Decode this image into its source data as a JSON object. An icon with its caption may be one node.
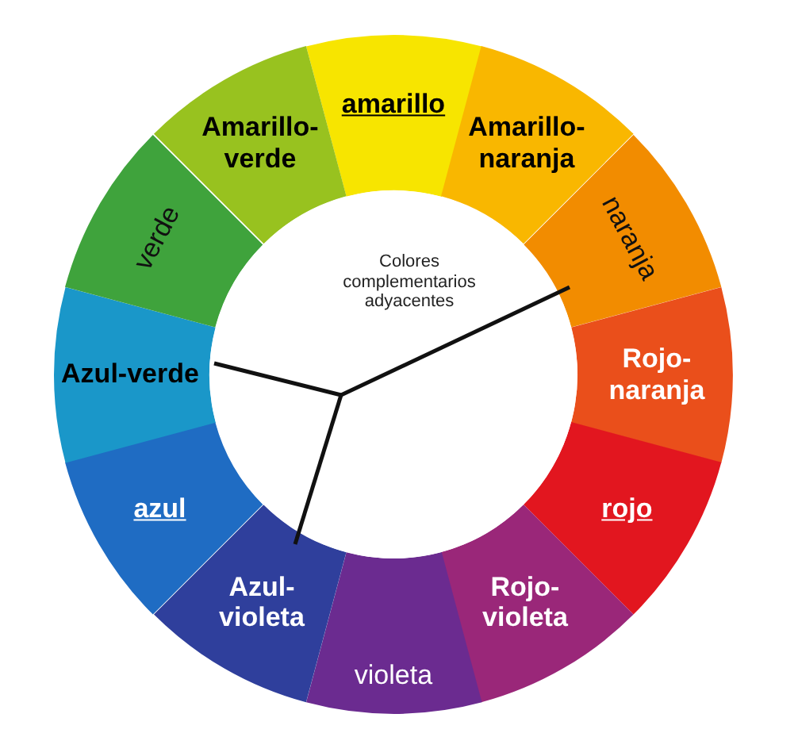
{
  "diagram": {
    "nodes": [
      {
        "text": [
          "amarillo"
        ]
      },
      {
        "text": [
          "Amarillo-naranja"
        ]
      },
      {
        "text": [
          "naranja"
        ]
      },
      {
        "text": [
          "Rojo-naranja"
        ]
      },
      {
        "text": [
          "rojo"
        ]
      },
      {
        "text": [
          "Rojo-violeta"
        ]
      },
      {
        "text": [
          "violeta"
        ]
      },
      {
        "text": [
          "Azul-violeta"
        ]
      },
      {
        "text": [
          "azul"
        ]
      },
      {
        "text": [
          "Azul-verde"
        ]
      },
      {
        "text": [
          "verde"
        ]
      },
      {
        "text": [
          "Amarillo-verde"
        ]
      },
      {
        "text": [
          "Colores complementarios adyacentes"
        ]
      }
    ],
    "edges": []
  }
}
